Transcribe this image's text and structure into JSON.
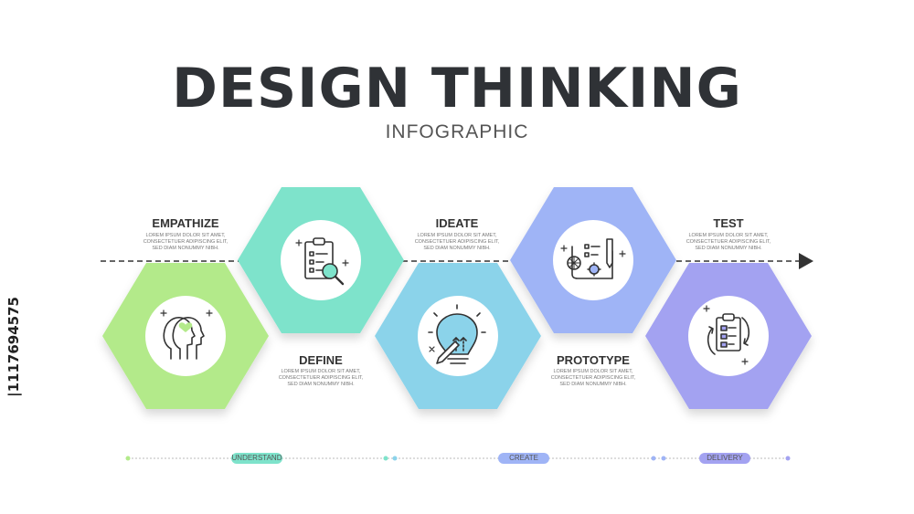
{
  "header": {
    "title": "DESIGN THINKING",
    "subtitle": "INFOGRAPHIC"
  },
  "side_id": "|1117694575",
  "lorem": [
    "LOREM IPSUM DOLOR SIT AMET,",
    "CONSECTETUER ADIPISCING ELIT,",
    "SED DIAM NONUMMY NIBH."
  ],
  "stages": [
    {
      "label": "EMPATHIZE",
      "color": "#b3ea8a",
      "icon": "heads-heart-icon"
    },
    {
      "label": "DEFINE",
      "color": "#7ee3cb",
      "icon": "clipboard-search-icon"
    },
    {
      "label": "IDEATE",
      "color": "#8bd3ea",
      "icon": "lightbulb-pencil-icon"
    },
    {
      "label": "PROTOTYPE",
      "color": "#9fb4f6",
      "icon": "blueprint-pencil-icon"
    },
    {
      "label": "TEST",
      "color": "#a3a2f1",
      "icon": "clipboard-cycle-icon"
    }
  ],
  "phases": [
    {
      "label": "UNDERSTAND",
      "color": "#7ee3cb"
    },
    {
      "label": "CREATE",
      "color": "#9fb4f6"
    },
    {
      "label": "DELIVERY",
      "color": "#a3a2f1"
    }
  ],
  "colors": {
    "title": "#2f3236",
    "arrow": "#333333",
    "timeline": "#bbbbbb"
  }
}
